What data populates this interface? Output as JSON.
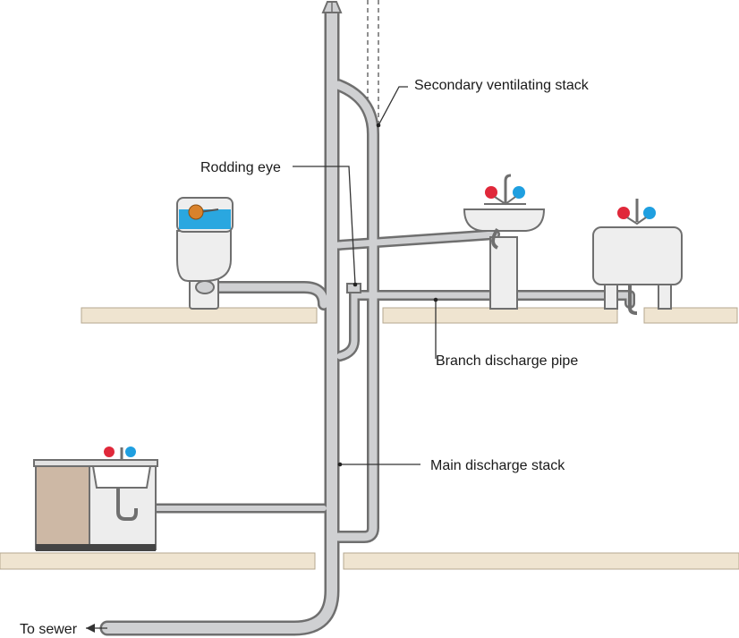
{
  "labels": {
    "secondary_ventilating_stack": "Secondary ventilating stack",
    "rodding_eye": "Rodding eye",
    "branch_discharge_pipe": "Branch discharge pipe",
    "main_discharge_stack": "Main discharge stack",
    "to_sewer": "To sewer"
  },
  "colors": {
    "pipe_outline": "#6f6f6f",
    "pipe_fill": "#cfd0d2",
    "floor": "#efe4d0",
    "cistern_water": "#2aa7e0",
    "float_ball": "#d9822b",
    "hot_tap": "#e0283a",
    "cold_tap": "#1f9fe0",
    "cabinet": "#cdb8a5"
  }
}
